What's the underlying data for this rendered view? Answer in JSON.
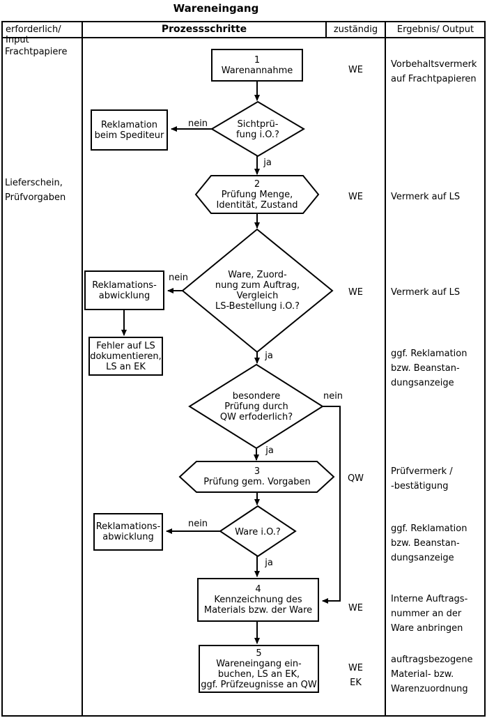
{
  "title": "Wareneingang",
  "header": {
    "input": "erforderlich/ Input",
    "steps": "Prozessschritte",
    "responsible": "zuständig",
    "output": "Ergebnis/ Output"
  },
  "labels": {
    "yes": "ja",
    "no": "nein"
  },
  "inputs": [
    "Frachtpapiere",
    "Lieferschein,\nPrüfvorgaben"
  ],
  "steps": {
    "box1": "1\nWarenannahme",
    "decision_sight": "Sichtprü-\nfung i.O.?",
    "box_reklamation_spediteur": "Reklamation\nbeim Spediteur",
    "hex2": "2\nPrüfung Menge,\nIdentität, Zustand",
    "decision_assignment": "Ware, Zuord-\nnung zum Auftrag,\nVergleich\nLS-Bestellung i.O.?",
    "box_reklamationsabwicklung_1": "Reklamations-\nabwicklung",
    "box_fehler_ls": "Fehler auf LS\ndokumentieren,\nLS an EK",
    "decision_qw_check": "besondere\nPrüfung durch\nQW erfoderlich?",
    "hex3": "3\nPrüfung gem. Vorgaben",
    "decision_ware": "Ware i.O.?",
    "box_reklamationsabwicklung_2": "Reklamations-\nabwicklung",
    "box4": "4\nKennzeichnung des\nMaterials bzw. der Ware",
    "box5": "5\nWareneingang ein-\nbuchen, LS an EK,\nggf. Prüfzeugnisse an QW"
  },
  "responsible": [
    "WE",
    "WE",
    "WE",
    "QW",
    "WE",
    "WE\nEK"
  ],
  "outputs": [
    "Vorbehaltsvermerk\nauf Frachtpapieren",
    "Vermerk auf LS",
    "Vermerk auf LS",
    "ggf. Reklamation\nbzw. Beanstan-\ndungsanzeige",
    "Prüfvermerk /\n-bestätigung",
    "ggf. Reklamation\nbzw. Beanstan-\ndungsanzeige",
    "Interne Auftrags-\nnummer an der\nWare anbringen",
    "auftragsbezogene\nMaterial- bzw.\nWarenzuordnung"
  ],
  "colors": {
    "line": "#000000",
    "background": "#ffffff"
  }
}
